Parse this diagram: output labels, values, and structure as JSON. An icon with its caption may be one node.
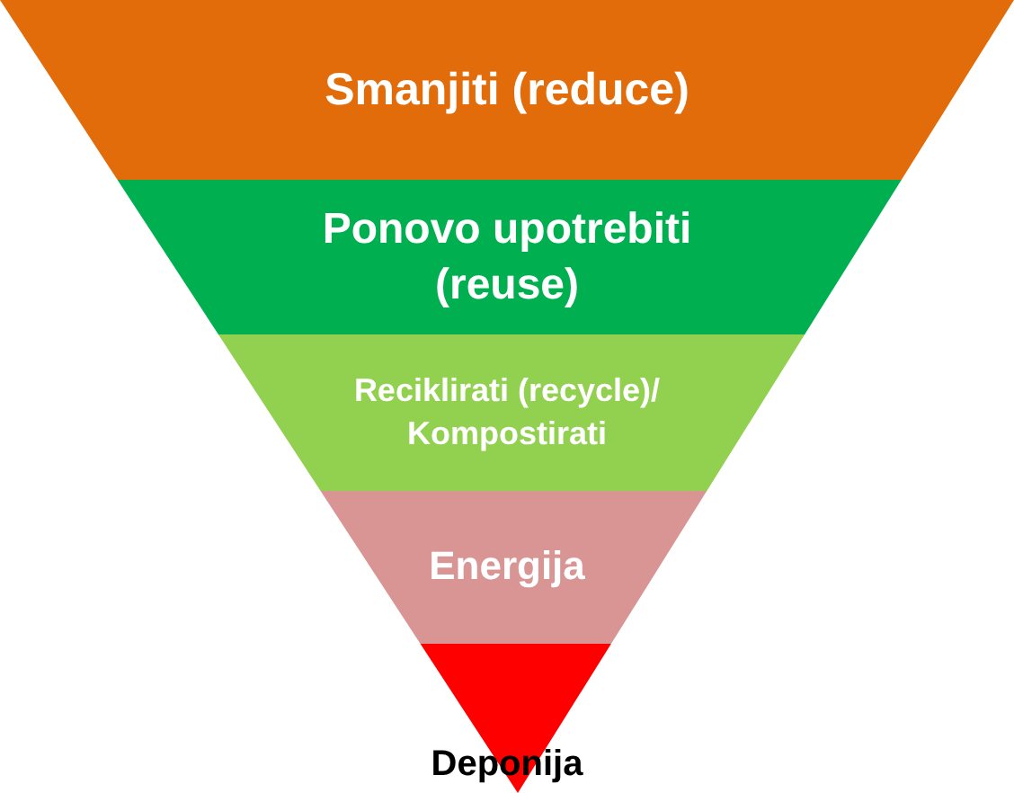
{
  "diagram": {
    "nodes": [
      {
        "text": [
          "Smanjiti (reduce)"
        ]
      },
      {
        "text": [
          "Ponovo upotrebiti (reuse)"
        ]
      },
      {
        "text": [
          "Reciklirati (recycle)/ Kompostirati"
        ]
      },
      {
        "text": [
          "Energija"
        ]
      },
      {
        "text": [
          "Deponija"
        ]
      }
    ]
  }
}
